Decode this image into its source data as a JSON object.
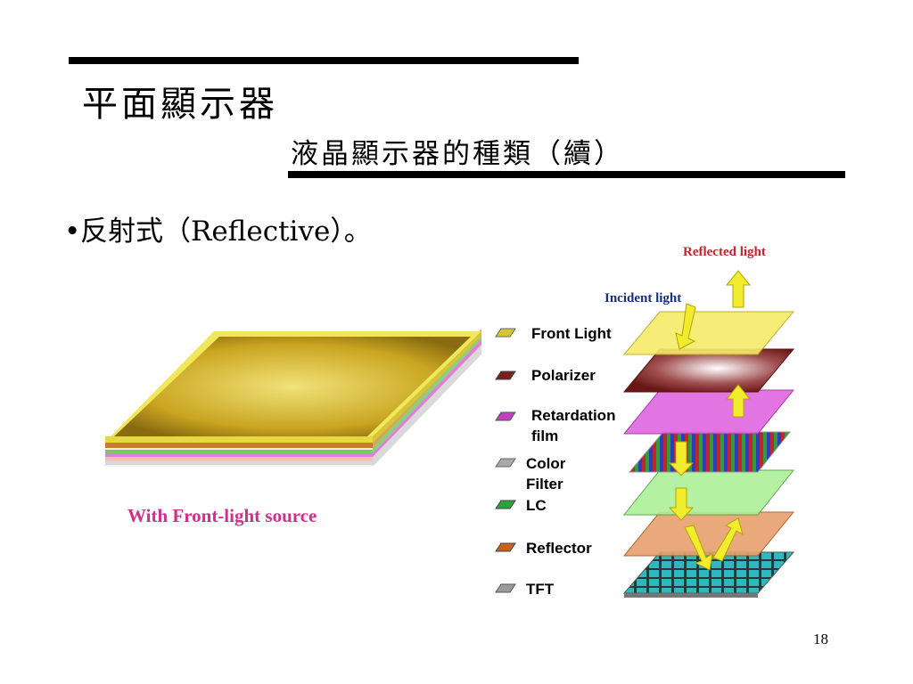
{
  "slide": {
    "title": "平面顯示器",
    "subtitle": "液晶顯示器的種類（續）",
    "bullet": "反射式（Reflective）。",
    "page_number": "18"
  },
  "figure": {
    "caption_left": "With Front-light source",
    "reflected_label": "Reflected light",
    "incident_label": "Incident light",
    "layers": [
      {
        "label": "Front Light",
        "color": "#f2e35a"
      },
      {
        "label": "Polarizer",
        "color": "#7a1e1e"
      },
      {
        "label": "Retardation film",
        "color": "#d94fd6"
      },
      {
        "label": "Color Filter",
        "color": "#bdbdbd"
      },
      {
        "label": "LC",
        "color": "#8ae06a"
      },
      {
        "label": "Reflector",
        "color": "#e7a06d"
      },
      {
        "label": "TFT",
        "color": "#9a9a9a"
      }
    ],
    "colors": {
      "arrow": "#f2ec2e",
      "red_text": "#c0262c",
      "blue_text": "#1a2e7a",
      "caption": "#d0308a"
    }
  }
}
